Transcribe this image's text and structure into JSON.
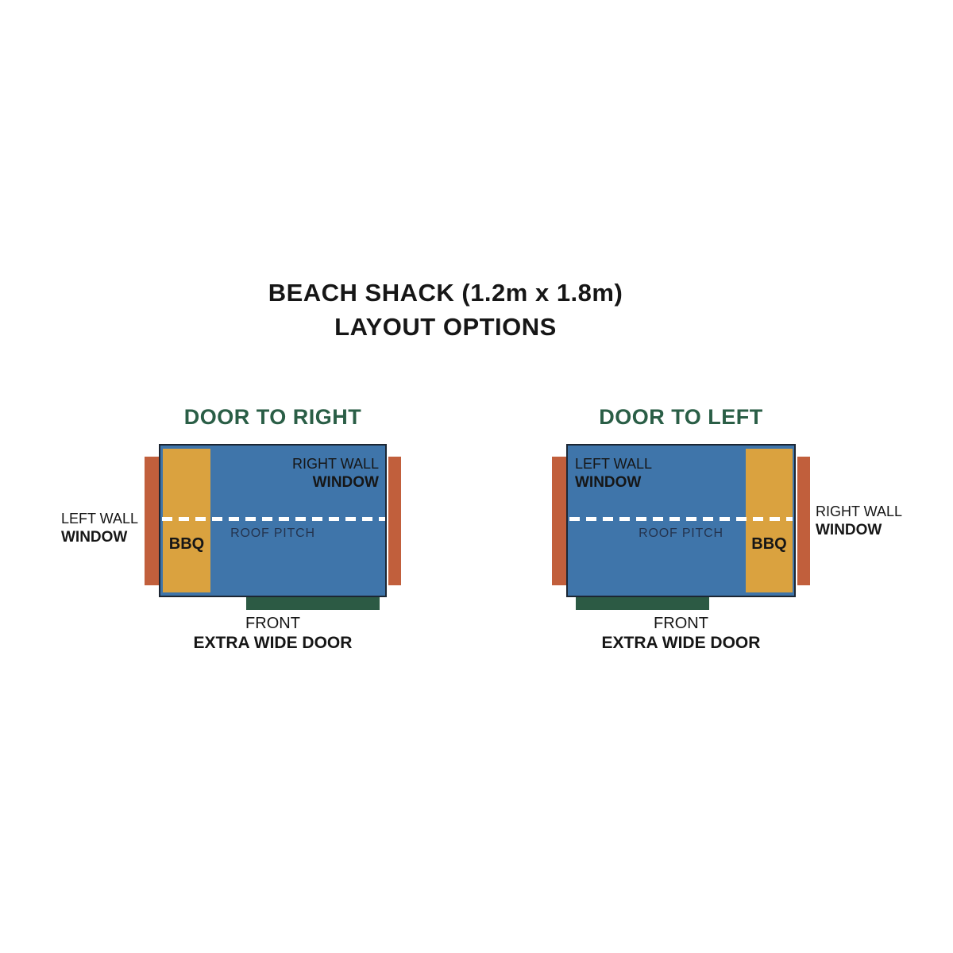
{
  "title": {
    "line1": "BEACH SHACK (1.2m x 1.8m)",
    "line2": "LAYOUT OPTIONS"
  },
  "colors": {
    "shack_blue": "#3F75AA",
    "shack_border": "#1C2633",
    "bbq_mustard": "#DAA23F",
    "window_terracotta": "#C15F3C",
    "door_green": "#2C5A44",
    "heading_green": "#2A5E46",
    "roof_pitch_text": "#24344F",
    "text_black": "#161616",
    "roof_line_white": "#FFFFFF",
    "background": "#FFFFFF"
  },
  "diagrams": [
    {
      "heading": "DOOR TO RIGHT",
      "outside_wall_label": {
        "line1": "LEFT WALL",
        "line2": "WINDOW"
      },
      "inside_wall_label": {
        "line1": "RIGHT WALL",
        "line2": "WINDOW"
      },
      "roof_pitch_label": "ROOF PITCH",
      "bbq_label": "BBQ",
      "front_label": {
        "line1": "FRONT",
        "line2": "EXTRA WIDE DOOR"
      }
    },
    {
      "heading": "DOOR TO LEFT",
      "inside_wall_label": {
        "line1": "LEFT WALL",
        "line2": "WINDOW"
      },
      "outside_wall_label": {
        "line1": "RIGHT WALL",
        "line2": "WINDOW"
      },
      "roof_pitch_label": "ROOF PITCH",
      "bbq_label": "BBQ",
      "front_label": {
        "line1": "FRONT",
        "line2": "EXTRA WIDE DOOR"
      }
    }
  ]
}
